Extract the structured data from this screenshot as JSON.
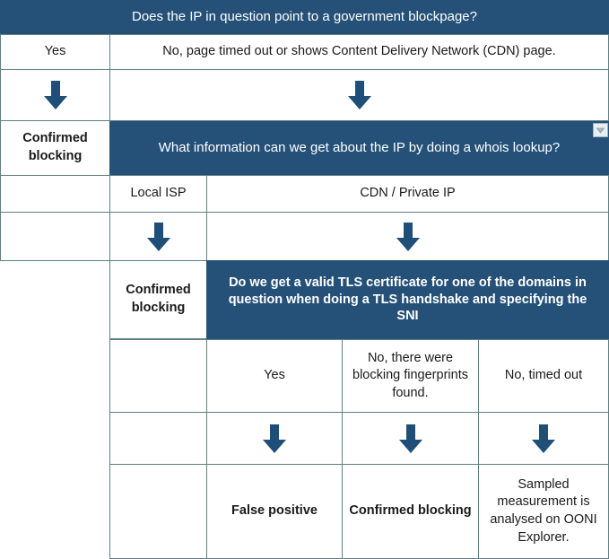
{
  "colors": {
    "banner_blue": "#255179",
    "arrow_blue": "#1f4e79",
    "gridline": "#5f8083",
    "text": "#1a1a1a",
    "banner_text": "#ffffff"
  },
  "flow": {
    "q1": {
      "question": "Does the IP in question point to a government blockpage?",
      "answers": {
        "yes": "Yes",
        "no": "No, page timed out or shows Content Delivery Network (CDN) page."
      },
      "outcome_yes": "Confirmed blocking"
    },
    "q2": {
      "question": "What information can we get about the IP by doing a whois lookup?",
      "answers": {
        "local_isp": "Local ISP",
        "cdn_private": "CDN / Private IP"
      },
      "outcome_local_isp": "Confirmed blocking",
      "filter_icon": "chevron-down-icon"
    },
    "q3": {
      "question": "Do we get a valid TLS certificate for one of the domains in question when doing a TLS handshake and specifying the SNI",
      "answers": {
        "yes": "Yes",
        "no_fingerprints": "No, there were blocking fingerprints found.",
        "no_timeout": "No, timed out"
      },
      "outcomes": {
        "yes": "False positive",
        "no_fingerprints": "Confirmed blocking",
        "no_timeout": "Sampled measurement is analysed on OONI Explorer."
      }
    }
  },
  "icons": {
    "down_arrow": "down-arrow-icon"
  }
}
